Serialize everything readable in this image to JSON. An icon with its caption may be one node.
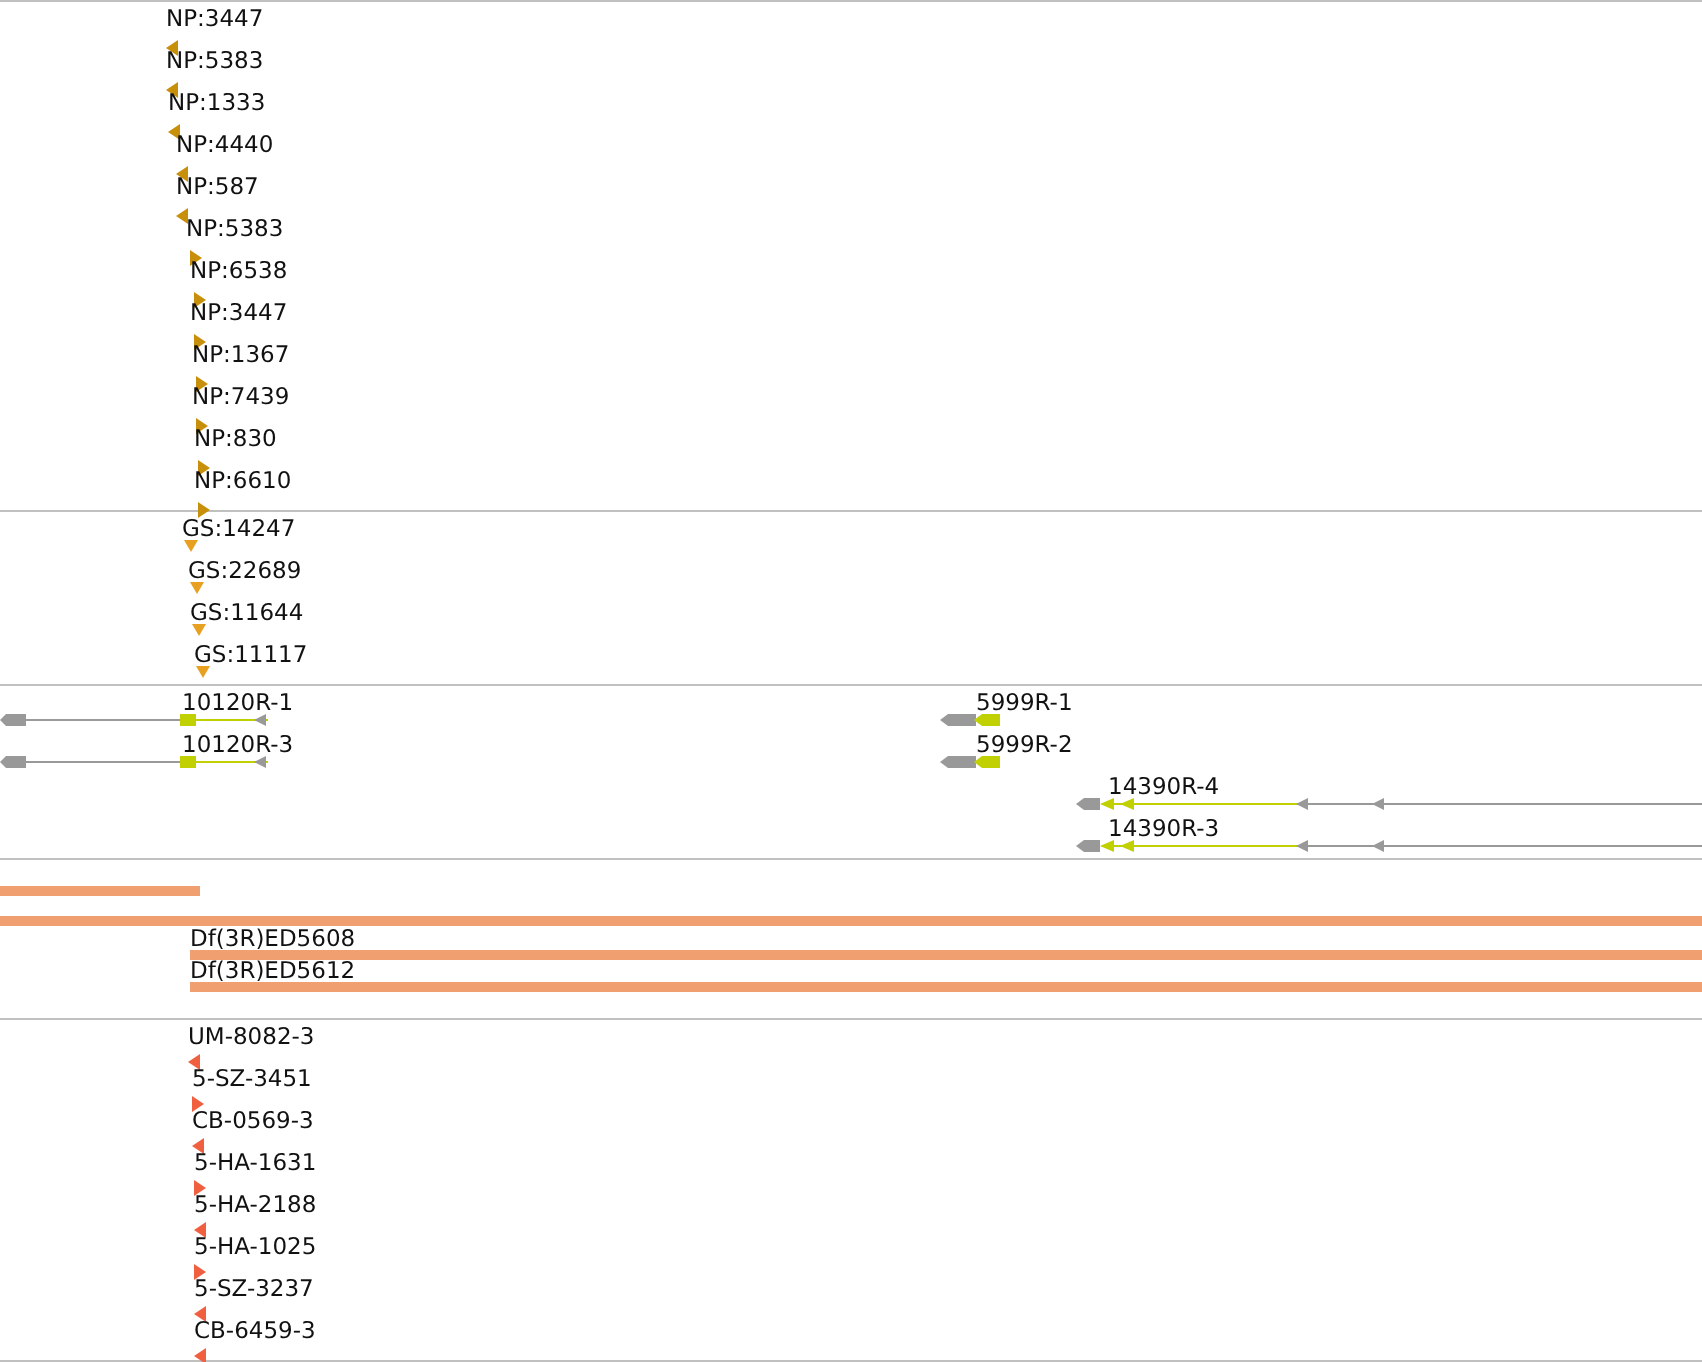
{
  "diagram": {
    "labels": [
      "NP:3447",
      "NP:5383",
      "NP:1333",
      "NP:4440",
      "NP:587",
      "NP:5383",
      "NP:6538",
      "NP:3447",
      "NP:1367",
      "NP:7439",
      "NP:830",
      "NP:6610",
      "GS:14247",
      "GS:22689",
      "GS:11644",
      "GS:11117",
      "10120R-1",
      "5999R-1",
      "10120R-3",
      "5999R-2",
      "14390R-4",
      "14390R-3",
      "Df(3R)ED5608",
      "Df(3R)ED5612",
      "UM-8082-3",
      "5-SZ-3451",
      "CB-0569-3",
      "5-HA-1631",
      "5-HA-2188",
      "5-HA-1025",
      "5-SZ-3237",
      "CB-6459-3"
    ]
  }
}
